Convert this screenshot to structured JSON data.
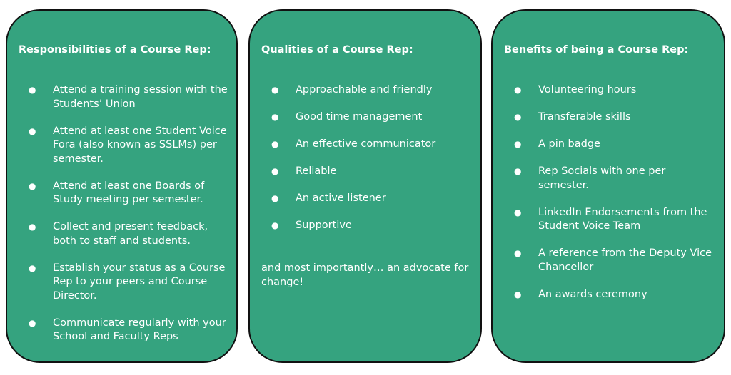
{
  "cards": [
    {
      "title": "Responsibilities of a Course Rep:",
      "items": [
        "Attend a training session with the Students’ Union",
        "Attend at least one Student Voice Fora (also known as SSLMs) per semester.",
        "Attend at least one Boards of Study meeting per semester.",
        "Collect and present feedback, both to staff and students.",
        "Establish your status as a Course Rep to your peers and Course Director.",
        "Communicate regularly with your School and Faculty Reps"
      ]
    },
    {
      "title": "Qualities of a Course Rep:",
      "items": [
        "Approachable and friendly",
        "Good time management",
        "An effective communicator",
        "Reliable",
        "An active listener",
        "Supportive"
      ],
      "closing": "and most importantly… an advocate for change!"
    },
    {
      "title": "Benefits of being a Course Rep:",
      "items": [
        "Volunteering hours",
        "Transferable skills",
        "A pin badge",
        "Rep Socials with one per semester.",
        "LinkedIn Endorsements from the Student Voice Team",
        "A reference from the Deputy Vice Chancellor",
        "An awards ceremony"
      ]
    }
  ],
  "colors": {
    "card_fill": "#35a37f",
    "card_border": "#111111",
    "text": "#ffffff"
  },
  "icons": {
    "bullet": "bullet-dot-icon"
  }
}
